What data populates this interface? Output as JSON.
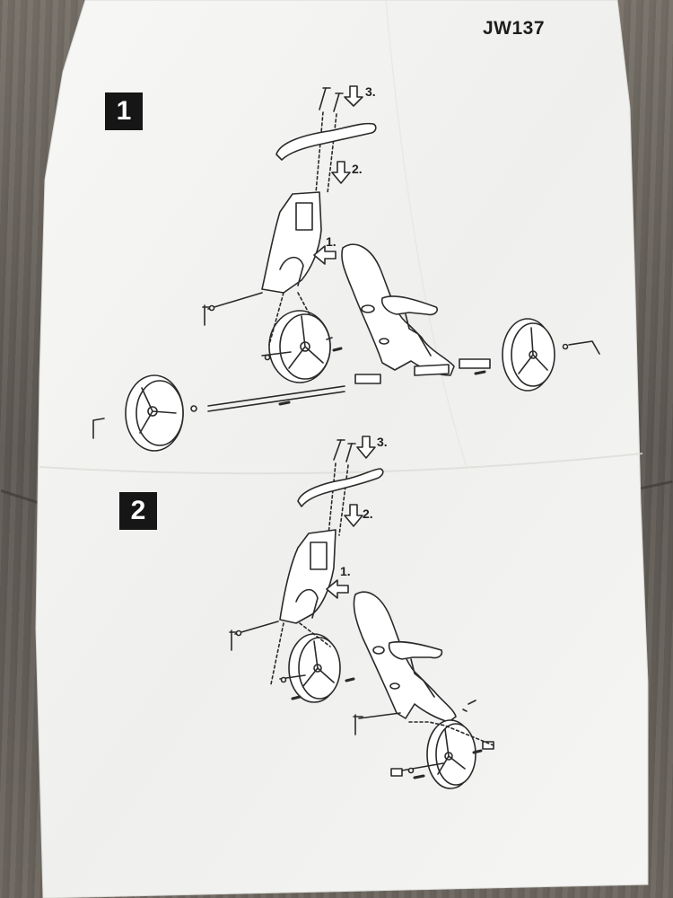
{
  "document": {
    "model_code": "JW137",
    "steps": [
      {
        "number": "1",
        "callouts": [
          {
            "id": "c1",
            "label": "1."
          },
          {
            "id": "c2",
            "label": "2."
          },
          {
            "id": "c3",
            "label": "3."
          }
        ]
      },
      {
        "number": "2",
        "callouts": [
          {
            "id": "c1",
            "label": "1."
          },
          {
            "id": "c2",
            "label": "2."
          },
          {
            "id": "c3",
            "label": "3."
          }
        ]
      }
    ]
  },
  "colors": {
    "paper": "#f4f4f2",
    "ink": "#2a2a2a",
    "wood_background": "#6f6a63"
  },
  "icons": [
    "arrow-down-icon",
    "arrow-left-icon",
    "screw-icon",
    "bolt-icon"
  ]
}
